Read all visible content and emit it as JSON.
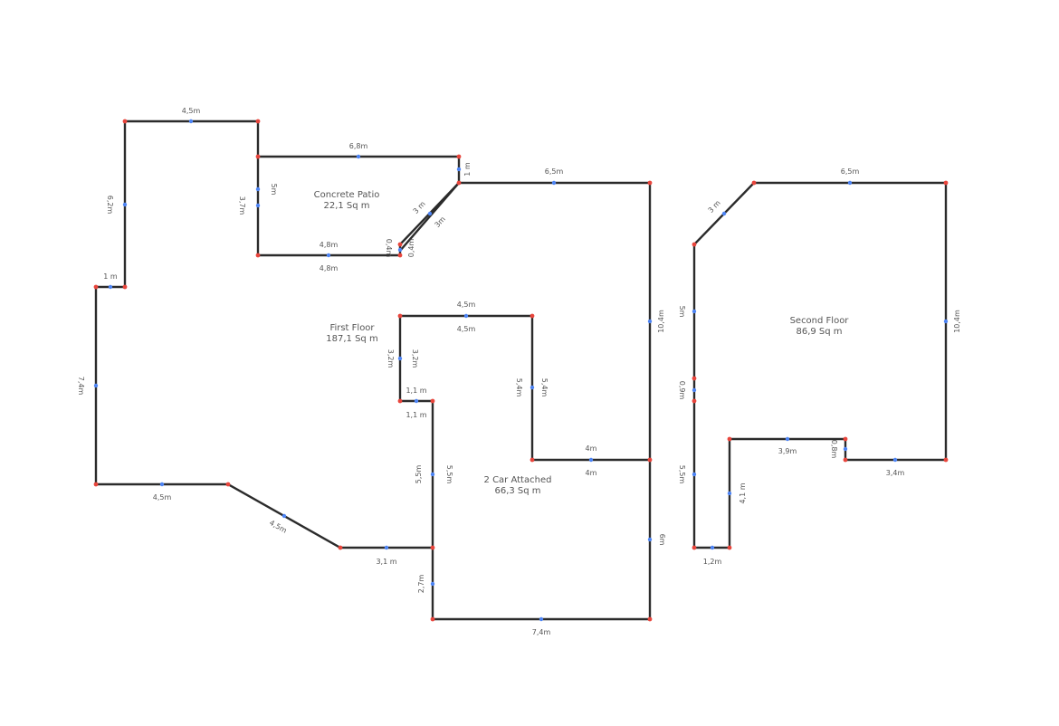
{
  "colors": {
    "wall": "#2b2b2b",
    "corner_marker": "#e8453c",
    "midpoint_marker": "#4d84f4",
    "label_text": "#555555",
    "background": "#ffffff"
  },
  "rooms": {
    "patio": {
      "name": "Concrete Patio",
      "area": "22,1 Sq m"
    },
    "first": {
      "name": "First Floor",
      "area": "187,1 Sq m"
    },
    "garage": {
      "name": "2 Car Attached",
      "area": "66,3 Sq m"
    },
    "second": {
      "name": "Second Floor",
      "area": "86,9 Sq m"
    }
  },
  "dims": {
    "d1": "4,5m",
    "d2": "6,2m",
    "d3": "1 m",
    "d4": "7,4m",
    "d5": "4,5m",
    "d6": "4,5m",
    "d7": "3,1 m",
    "d8": "2,7m",
    "d9": "7,4m",
    "d10": "6m",
    "d11": "10,4m",
    "d12": "6,5m",
    "d13": "1 m",
    "d14": "6,8m",
    "d15": "3,7m",
    "d16": "5m",
    "d17": "4,8m",
    "d18": "4,8m",
    "d19": "0,4m",
    "d20": "0,4m",
    "d21": "3 m",
    "d22": "3m",
    "d23": "4,5m",
    "d24": "4,5m",
    "d25": "3,2m",
    "d26": "3,2m",
    "d27": "1,1 m",
    "d28": "1,1 m",
    "d29": "5,5m",
    "d30": "5,5m",
    "d31": "5,4m",
    "d32": "5,4m",
    "d33": "4m",
    "d34": "4m",
    "d35": "6,5m",
    "d36": "10,4m",
    "d37": "3,4m",
    "d38": "0,8m",
    "d39": "3,9m",
    "d40": "4,1 m",
    "d41": "1,2m",
    "d42": "5,5m",
    "d43": "0,9m",
    "d44": "5m",
    "d45": "3 m"
  }
}
